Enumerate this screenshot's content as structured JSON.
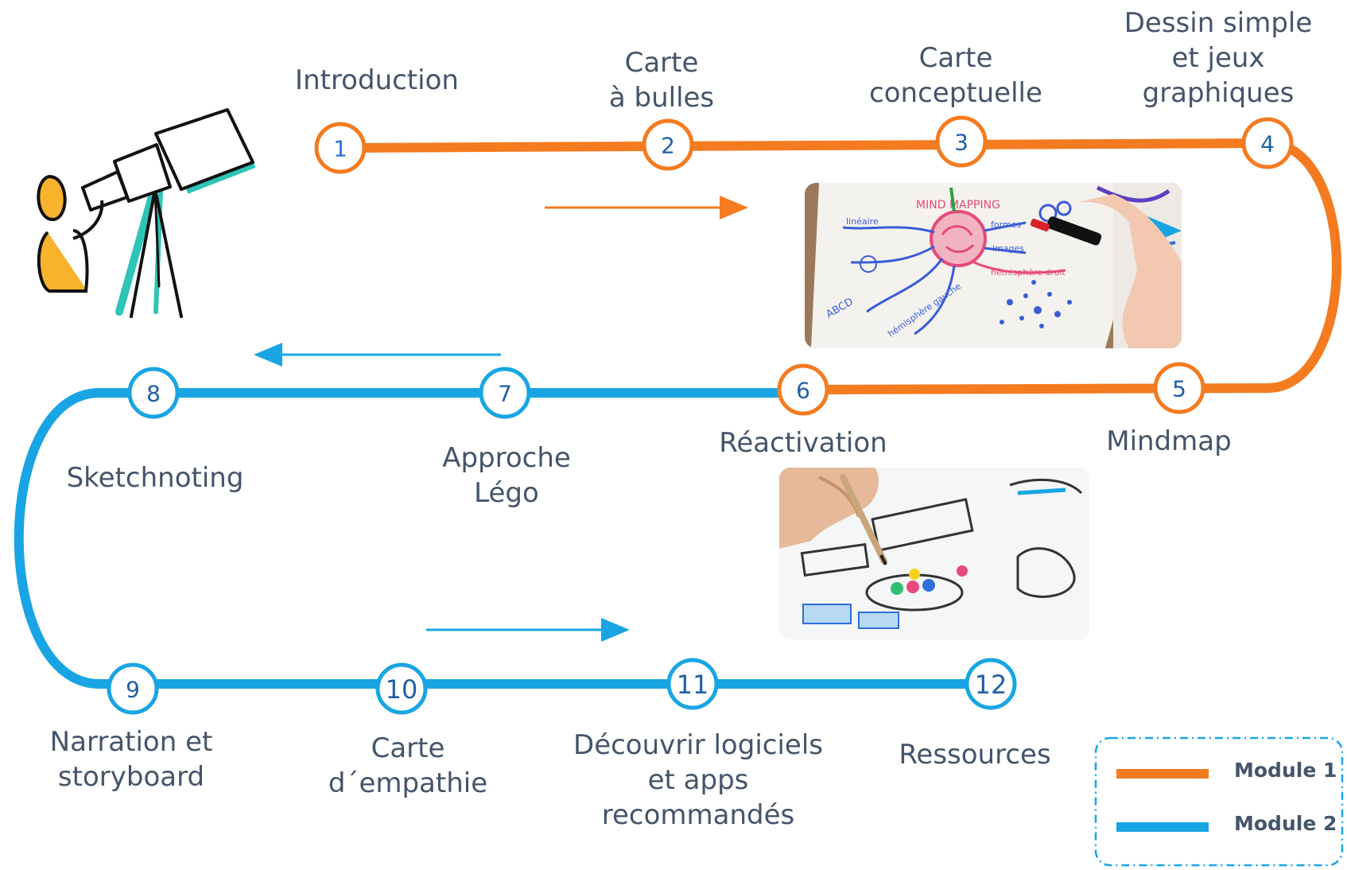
{
  "colors": {
    "module1": "#f47b20",
    "module2": "#19a5e3",
    "text": "#44546a",
    "number_text": "#1f5fa8"
  },
  "steps": [
    {
      "number": "1",
      "label": [
        "Introduction"
      ],
      "module": 1
    },
    {
      "number": "2",
      "label": [
        "Carte",
        "à bulles"
      ],
      "module": 1
    },
    {
      "number": "3",
      "label": [
        "Carte",
        "conceptuelle"
      ],
      "module": 1
    },
    {
      "number": "4",
      "label": [
        "Dessin simple",
        "et jeux",
        "graphiques"
      ],
      "module": 1
    },
    {
      "number": "5",
      "label": [
        "Mindmap"
      ],
      "module": 1
    },
    {
      "number": "6",
      "label": [
        "Réactivation"
      ],
      "module": 1
    },
    {
      "number": "7",
      "label": [
        "Approche",
        "Légo"
      ],
      "module": 2
    },
    {
      "number": "8",
      "label": [
        "Sketchnoting"
      ],
      "module": 2
    },
    {
      "number": "9",
      "label": [
        "Narration et",
        "storyboard"
      ],
      "module": 2
    },
    {
      "number": "10",
      "label": [
        "Carte",
        "d´empathie"
      ],
      "module": 2
    },
    {
      "number": "11",
      "label": [
        "Découvrir logiciels",
        "et apps",
        "recommandés"
      ],
      "module": 2
    },
    {
      "number": "12",
      "label": [
        "Ressources"
      ],
      "module": 2
    }
  ],
  "legend": {
    "module1": "Module 1",
    "module2": "Module 2"
  },
  "images": {
    "photo1": "mind-map-photo",
    "photo2": "sketchnote-tablet-photo",
    "illustration": "telescope-person-icon"
  },
  "photo_text": {
    "center": "MIND MAPPING",
    "branches": [
      "formes",
      "images",
      "hémisphère droit",
      "hémisphère gauche",
      "ABCD",
      "linéaire"
    ]
  }
}
